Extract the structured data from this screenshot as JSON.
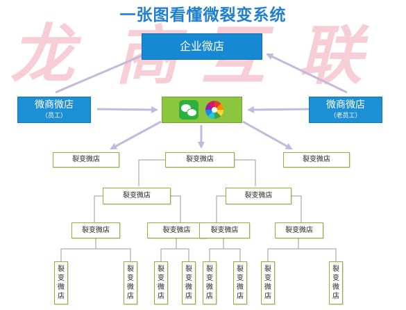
{
  "title": "一张图看懂微裂变系统",
  "watermark": "龙商互联",
  "top_node": "企业微店",
  "left_node": {
    "name": "微商微店",
    "sub": "（员工）"
  },
  "right_node": {
    "name": "微商微店",
    "sub": "（老员工）"
  },
  "center_icons": [
    "wechat-icon",
    "moments-icon"
  ],
  "fission_label": "裂变微店",
  "colors": {
    "title": "#1f7fd0",
    "blue_box": "#1788d3",
    "green_box": "#8cc63f",
    "green_border": "#8ab63a",
    "arrow": "#c3b9dc",
    "watermark": "#f08ca0"
  }
}
